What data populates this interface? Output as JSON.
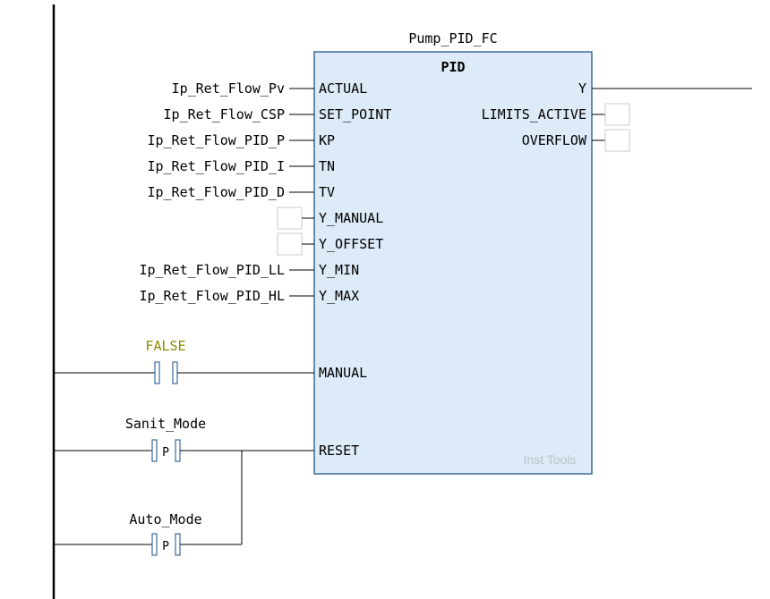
{
  "block": {
    "instance_name": "Pump_PID_FC",
    "type_name": "PID",
    "watermark": "Inst Tools",
    "fill_color": "#ddeaf7",
    "border_color": "#3c6a9a",
    "inputs": [
      {
        "pin": "ACTUAL",
        "variable": "Ip_Ret_Flow_Pv"
      },
      {
        "pin": "SET_POINT",
        "variable": "Ip_Ret_Flow_CSP"
      },
      {
        "pin": "KP",
        "variable": "Ip_Ret_Flow_PID_P"
      },
      {
        "pin": "TN",
        "variable": "Ip_Ret_Flow_PID_I"
      },
      {
        "pin": "TV",
        "variable": "Ip_Ret_Flow_PID_D"
      },
      {
        "pin": "Y_MANUAL",
        "variable": ""
      },
      {
        "pin": "Y_OFFSET",
        "variable": ""
      },
      {
        "pin": "Y_MIN",
        "variable": "Ip_Ret_Flow_PID_LL"
      },
      {
        "pin": "Y_MAX",
        "variable": "Ip_Ret_Flow_PID_HL"
      }
    ],
    "outputs": [
      {
        "pin": "Y"
      },
      {
        "pin": "LIMITS_ACTIVE"
      },
      {
        "pin": "OVERFLOW"
      }
    ],
    "ladder_inputs": [
      {
        "pin": "MANUAL"
      },
      {
        "pin": "RESET"
      }
    ]
  },
  "contacts": [
    {
      "variable": "FALSE",
      "glyph": ""
    },
    {
      "variable": "Sanit_Mode",
      "glyph": "P"
    },
    {
      "variable": "Auto_Mode",
      "glyph": "P"
    }
  ]
}
